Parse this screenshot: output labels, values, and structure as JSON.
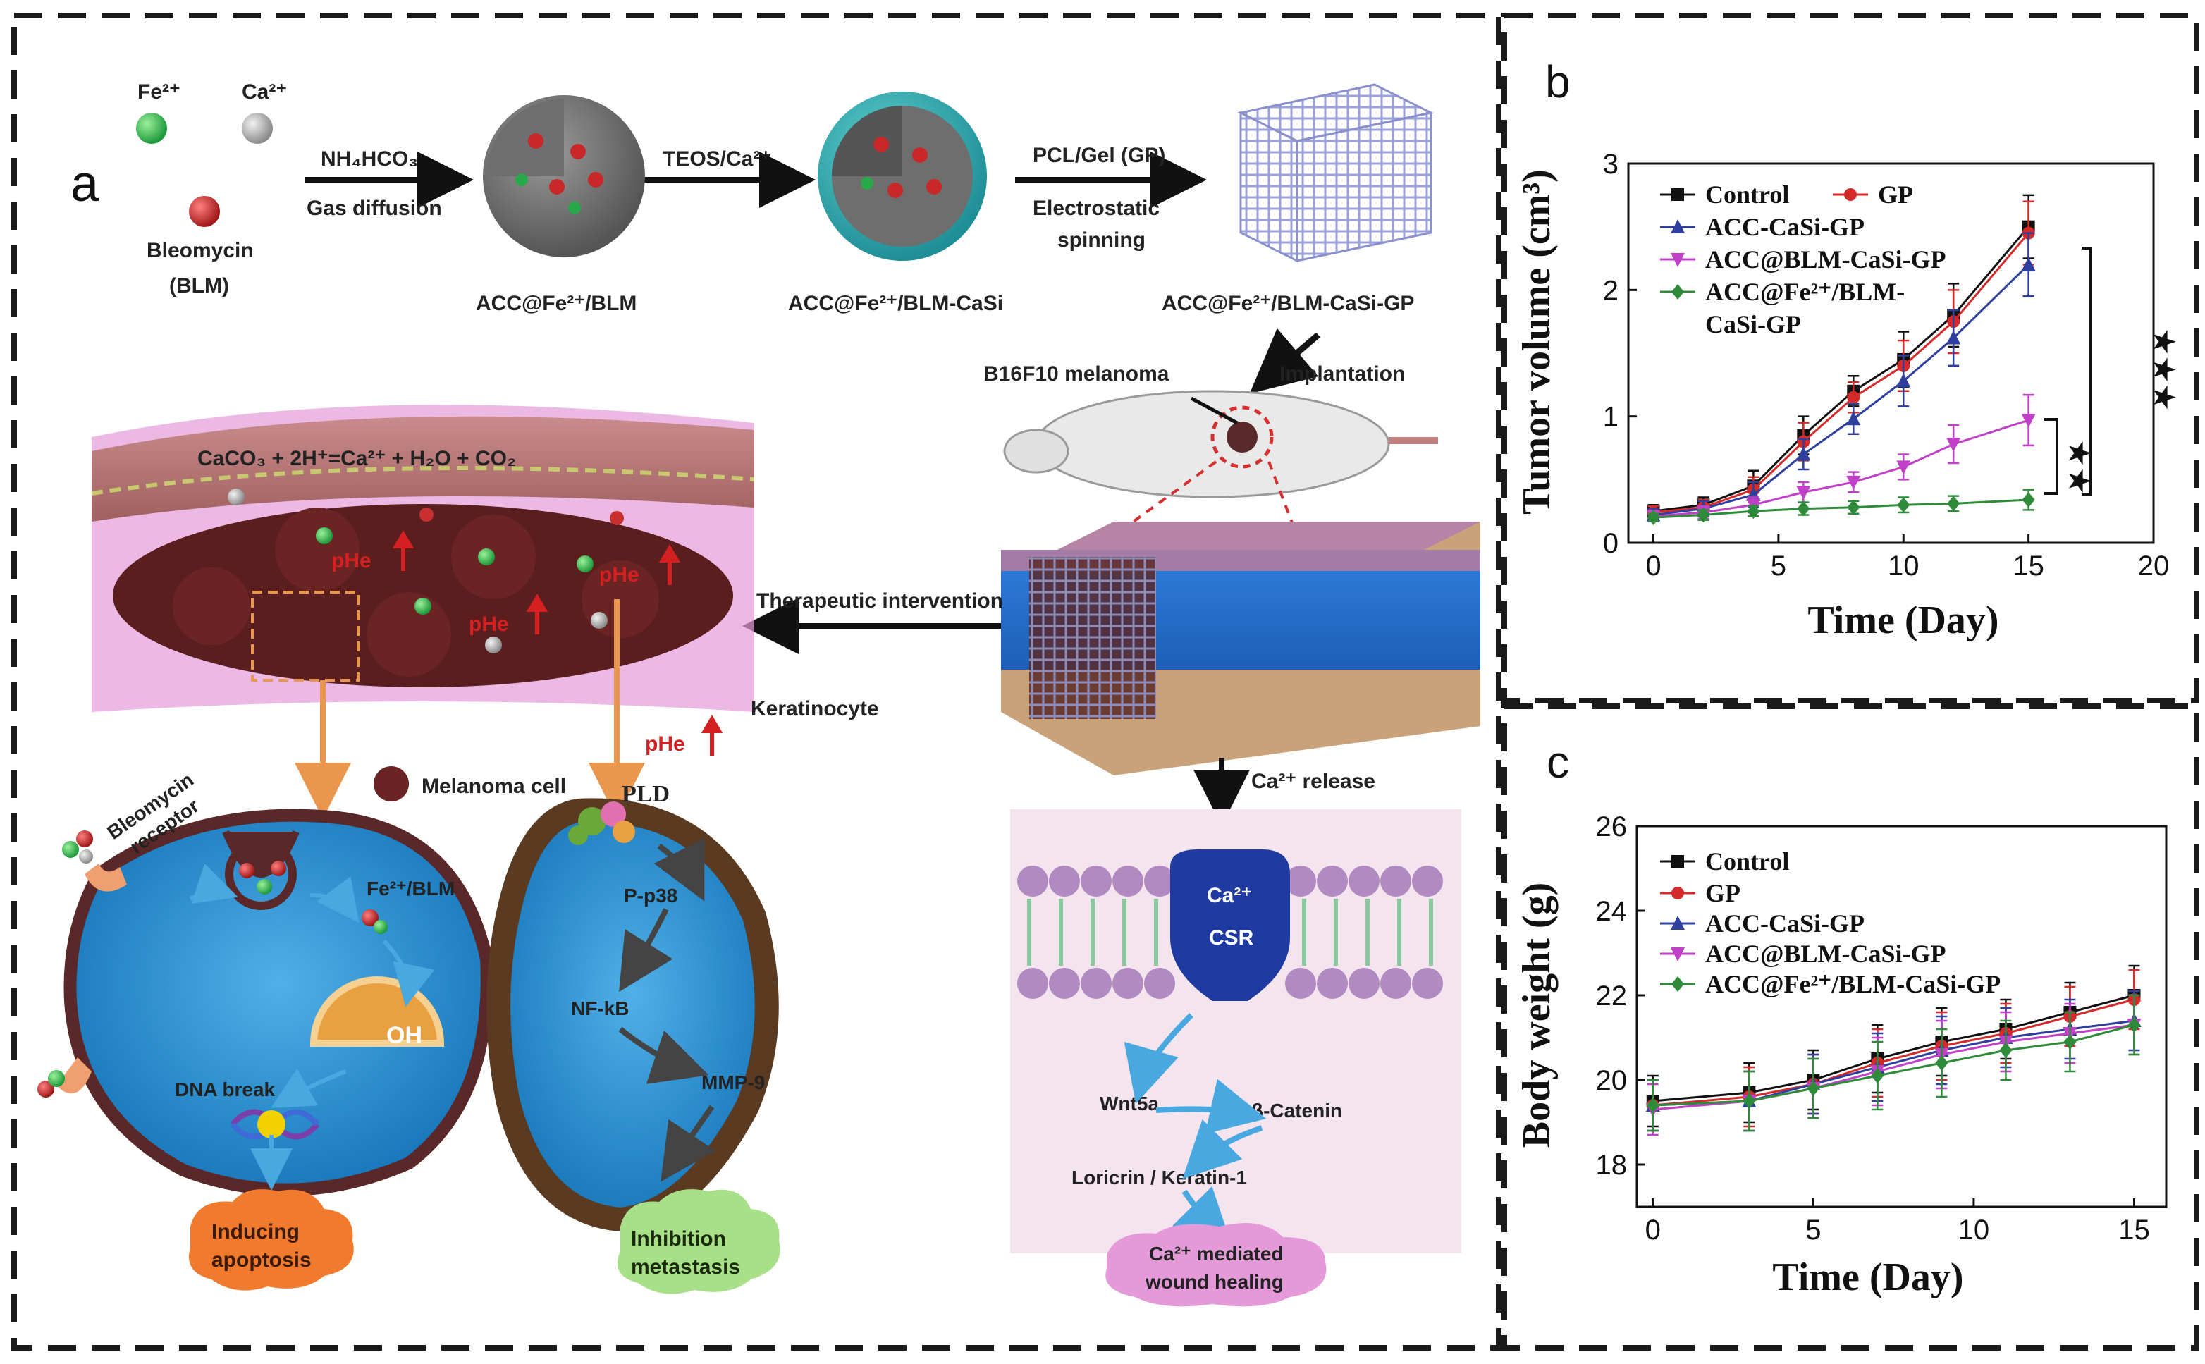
{
  "panel_a": {
    "label": "a",
    "reagents": {
      "fe": "Fe²⁺",
      "ca": "Ca²⁺",
      "bleomycin": "Bleomycin",
      "blm": "(BLM)"
    },
    "step1": {
      "top": "NH₄HCO₃",
      "bottom": "Gas diffusion"
    },
    "step2": {
      "top": "TEOS/Ca²⁺"
    },
    "step3": {
      "top": "PCL/Gel (GP)",
      "bottom1": "Electrostatic",
      "bottom2": "spinning"
    },
    "products": {
      "p1": "ACC@Fe²⁺/BLM",
      "p2": "ACC@Fe²⁺/BLM-CaSi",
      "p3": "ACC@Fe²⁺/BLM-CaSi-GP"
    },
    "implant": {
      "melanoma": "B16F10 melanoma",
      "implantation": "Implantation"
    },
    "equation": "CaCO₃ + 2H⁺=Ca²⁺ + H₂O + CO₂",
    "phe": "pHe",
    "therapeutic": "Therapeutic intervention",
    "keratinocyte": "Keratinocyte",
    "melanoma_cell": "Melanoma cell",
    "bleomycin_receptor": {
      "l1": "Bleomycin",
      "l2": "receptor"
    },
    "fe_blm": "Fe²⁺/BLM",
    "oh": "OH",
    "dna_break": "DNA break",
    "inducing": {
      "l1": "Inducing",
      "l2": "apoptosis"
    },
    "pld": "PLD",
    "p38": "P-p38",
    "nfkb": "NF-kB",
    "mmp9": "MMP-9",
    "inhibition": {
      "l1": "Inhibition",
      "l2": "metastasis"
    },
    "ca_release": "Ca²⁺ release",
    "csr": {
      "l1": "Ca²⁺",
      "l2": "CSR"
    },
    "wnt5a": "Wnt5a",
    "catenin": "β-Catenin",
    "loricrin": "Loricrin / Keratin-1",
    "healing": {
      "l1": "Ca²⁺ mediated",
      "l2": "wound healing"
    }
  },
  "chart_data": [
    {
      "panel": "b",
      "type": "line",
      "xlabel": "Time (Day)",
      "ylabel": "Tumor volume (cm³)",
      "xlim": [
        -1,
        20
      ],
      "ylim": [
        0,
        3
      ],
      "xticks": [
        "0",
        "5",
        "10",
        "15",
        "20"
      ],
      "yticks": [
        "0",
        "1",
        "2",
        "3"
      ],
      "legend": "top-left",
      "significance": [
        "★★★",
        "★★"
      ],
      "x": [
        0,
        2,
        4,
        6,
        8,
        10,
        12,
        15
      ],
      "series": [
        {
          "name": "Control",
          "color": "#111111",
          "marker": "square",
          "values": [
            0.25,
            0.3,
            0.45,
            0.85,
            1.2,
            1.45,
            1.8,
            2.5
          ],
          "err": [
            0.05,
            0.06,
            0.12,
            0.15,
            0.12,
            0.22,
            0.25,
            0.25
          ]
        },
        {
          "name": "GP",
          "color": "#d42a2a",
          "marker": "circle",
          "values": [
            0.24,
            0.28,
            0.42,
            0.8,
            1.15,
            1.4,
            1.75,
            2.45
          ],
          "err": [
            0.05,
            0.06,
            0.1,
            0.15,
            0.12,
            0.2,
            0.25,
            0.25
          ]
        },
        {
          "name": "ACC-CaSi-GP",
          "color": "#2e3f9e",
          "marker": "triangle",
          "values": [
            0.22,
            0.27,
            0.38,
            0.7,
            0.98,
            1.28,
            1.62,
            2.2
          ],
          "err": [
            0.05,
            0.06,
            0.1,
            0.12,
            0.12,
            0.2,
            0.22,
            0.25
          ]
        },
        {
          "name": "ACC@BLM-CaSi-GP",
          "color": "#c040c8",
          "marker": "triangle-down",
          "values": [
            0.21,
            0.24,
            0.3,
            0.4,
            0.48,
            0.6,
            0.78,
            0.97
          ],
          "err": [
            0.04,
            0.05,
            0.06,
            0.08,
            0.08,
            0.1,
            0.15,
            0.2
          ]
        },
        {
          "name": "ACC@Fe²⁺/BLM-CaSi-GP",
          "color": "#2e8b3a",
          "marker": "diamond",
          "values": [
            0.2,
            0.22,
            0.25,
            0.27,
            0.28,
            0.3,
            0.31,
            0.34
          ],
          "err": [
            0.03,
            0.04,
            0.04,
            0.05,
            0.05,
            0.06,
            0.06,
            0.08
          ]
        }
      ]
    },
    {
      "panel": "c",
      "type": "line",
      "xlabel": "Time (Day)",
      "ylabel": "Body weight (g)",
      "xlim": [
        -0.5,
        16
      ],
      "ylim": [
        17,
        26
      ],
      "xticks": [
        "0",
        "5",
        "10",
        "15"
      ],
      "yticks": [
        "18",
        "20",
        "22",
        "24",
        "26"
      ],
      "legend": "top-left",
      "x": [
        0,
        3,
        5,
        7,
        9,
        11,
        13,
        15
      ],
      "series": [
        {
          "name": "Control",
          "color": "#111111",
          "marker": "square",
          "values": [
            19.5,
            19.7,
            20.0,
            20.5,
            20.9,
            21.2,
            21.6,
            22.0
          ],
          "err": [
            0.6,
            0.7,
            0.7,
            0.8,
            0.8,
            0.7,
            0.7,
            0.7
          ]
        },
        {
          "name": "GP",
          "color": "#d42a2a",
          "marker": "circle",
          "values": [
            19.4,
            19.6,
            19.9,
            20.4,
            20.8,
            21.1,
            21.5,
            21.9
          ],
          "err": [
            0.6,
            0.7,
            0.7,
            0.8,
            0.8,
            0.7,
            0.7,
            0.7
          ]
        },
        {
          "name": "ACC-CaSi-GP",
          "color": "#2e3f9e",
          "marker": "triangle",
          "values": [
            19.4,
            19.5,
            19.9,
            20.3,
            20.7,
            21.0,
            21.2,
            21.4
          ],
          "err": [
            0.6,
            0.7,
            0.7,
            0.8,
            0.8,
            0.7,
            0.7,
            0.7
          ]
        },
        {
          "name": "ACC@BLM-CaSi-GP",
          "color": "#c040c8",
          "marker": "triangle-down",
          "values": [
            19.3,
            19.5,
            19.8,
            20.2,
            20.6,
            20.9,
            21.1,
            21.3
          ],
          "err": [
            0.6,
            0.7,
            0.7,
            0.8,
            0.8,
            0.7,
            0.7,
            0.7
          ]
        },
        {
          "name": "ACC@Fe²⁺/BLM-CaSi-GP",
          "color": "#2e8b3a",
          "marker": "diamond",
          "values": [
            19.4,
            19.5,
            19.8,
            20.1,
            20.4,
            20.7,
            20.9,
            21.3
          ],
          "err": [
            0.6,
            0.7,
            0.7,
            0.8,
            0.8,
            0.7,
            0.7,
            0.7
          ]
        }
      ]
    }
  ]
}
